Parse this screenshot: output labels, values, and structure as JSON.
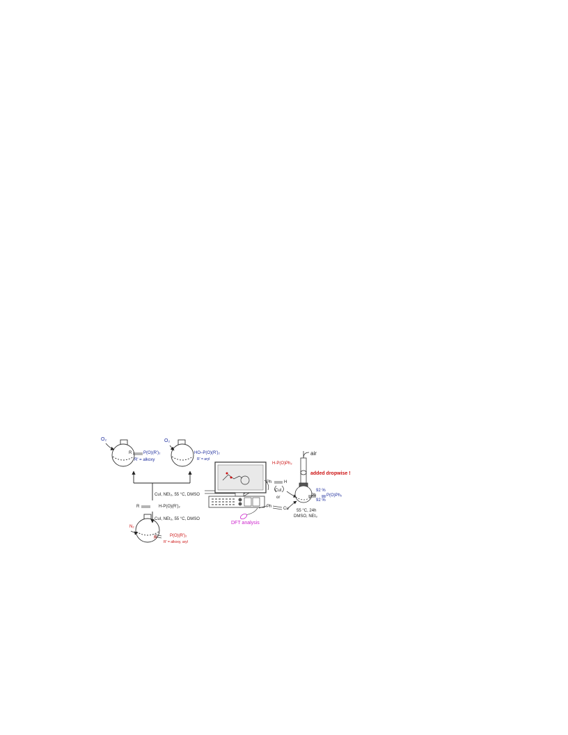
{
  "colors": {
    "blue": "#1a2a9c",
    "red": "#cc1111",
    "magenta": "#cc22cc",
    "black": "#222222",
    "screen": "#e9e9e9"
  },
  "flask_top_left": {
    "gas": "O₂",
    "r": "R",
    "product": "P(O)(R')₂",
    "condition": "R' = alkoxy"
  },
  "flask_top_right": {
    "gas": "O₂",
    "product": "HO–P(O)(R')₂",
    "condition": "R' = aryl"
  },
  "reactants": {
    "alkyne_r": "R",
    "reagent": "H-P(O)(R')₂"
  },
  "conditions": {
    "upper": "CuI, NEt₃, 55 °C, DMSO",
    "lower": "CuI, NEt₃, 55 °C, DMSO"
  },
  "flask_bottom": {
    "gas": "N₂",
    "r": "R",
    "product": "P(O)(R')₂",
    "condition": "R' = alkoxy, aryl"
  },
  "computer": {
    "label": "DFT analysis"
  },
  "mechanism": {
    "ph_top": "Ph",
    "h_top": "H",
    "cui": "CuI",
    "or": "or",
    "ph_bottom": "Ph",
    "cu_bottom": "Cu"
  },
  "apparatus": {
    "air": "air",
    "reagent": "H-P(O)Ph₂",
    "addition": "added dropwise !",
    "ph": "Ph",
    "product": "P(O)Ph₂",
    "yield_top": "92 %",
    "yield_bottom": "92 %",
    "conditions_line1": "55 °C, 24h",
    "conditions_line2": "DMSO, NEt₃"
  }
}
